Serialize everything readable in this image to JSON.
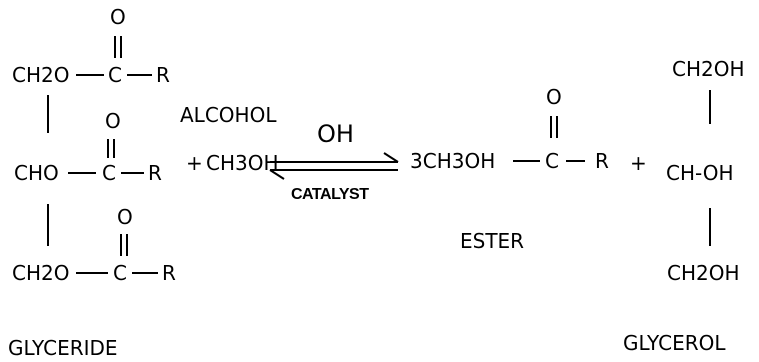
{
  "glyceride": {
    "oxygen": "O",
    "row1_group": "CH2O",
    "row2_group": "CHO",
    "row3_group": "CH2O",
    "carbon": "C",
    "r": "R",
    "label": "GLYCERIDE"
  },
  "reagent": {
    "plus": "+",
    "formula": "CH3OH",
    "name": "ALCOHOL"
  },
  "arrow": {
    "above": "OH",
    "below": "CATALYST"
  },
  "ester": {
    "formula": "3CH3OH",
    "oxygen": "O",
    "carbon": "C",
    "r": "R",
    "label": "ESTER"
  },
  "glycerol": {
    "plus": "+",
    "top": "CH2OH",
    "middle": "CH-OH",
    "bottom": "CH2OH",
    "label": "GLYCEROL"
  }
}
